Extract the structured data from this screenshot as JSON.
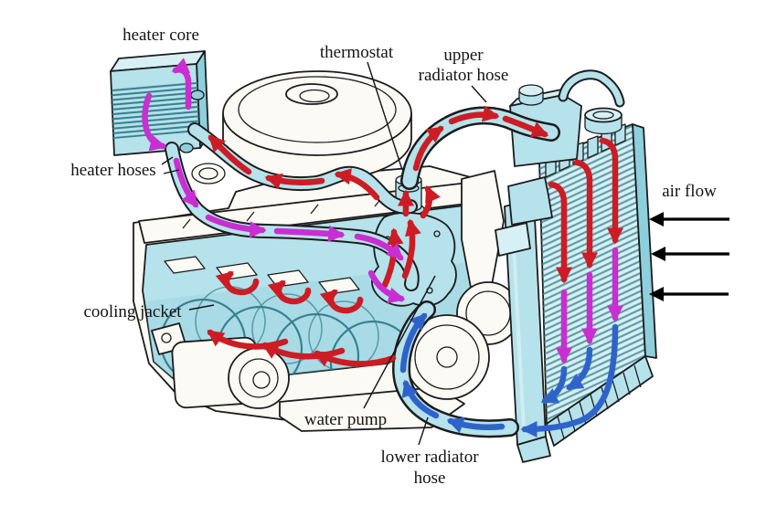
{
  "diagram": {
    "title": "engine cooling system flow diagram",
    "labels": {
      "heater_core": "heater core",
      "thermostat": "thermostat",
      "upper_radiator_hose_line1": "upper",
      "upper_radiator_hose_line2": "radiator hose",
      "air_flow": "air flow",
      "heater_hoses": "heater hoses",
      "cooling_jacket": "cooling jacket",
      "water_pump": "water pump",
      "lower_radiator_hose_line1": "lower radiator",
      "lower_radiator_hose_line2": "hose"
    },
    "colors": {
      "background": "#ffffff",
      "outline": "#1c1c1c",
      "metal_white": "#fbfaf4",
      "component_cyan": "#b5e2eb",
      "component_cyan_light": "#d6f0f4",
      "component_cyan_dark": "#8ecfdd",
      "fin_line": "#39808f",
      "hot_red": "#cd1c24",
      "heater_magenta": "#c92ed2",
      "cool_blue": "#2f63cc",
      "airflow_black": "#000000",
      "label_color": "#141414"
    }
  }
}
